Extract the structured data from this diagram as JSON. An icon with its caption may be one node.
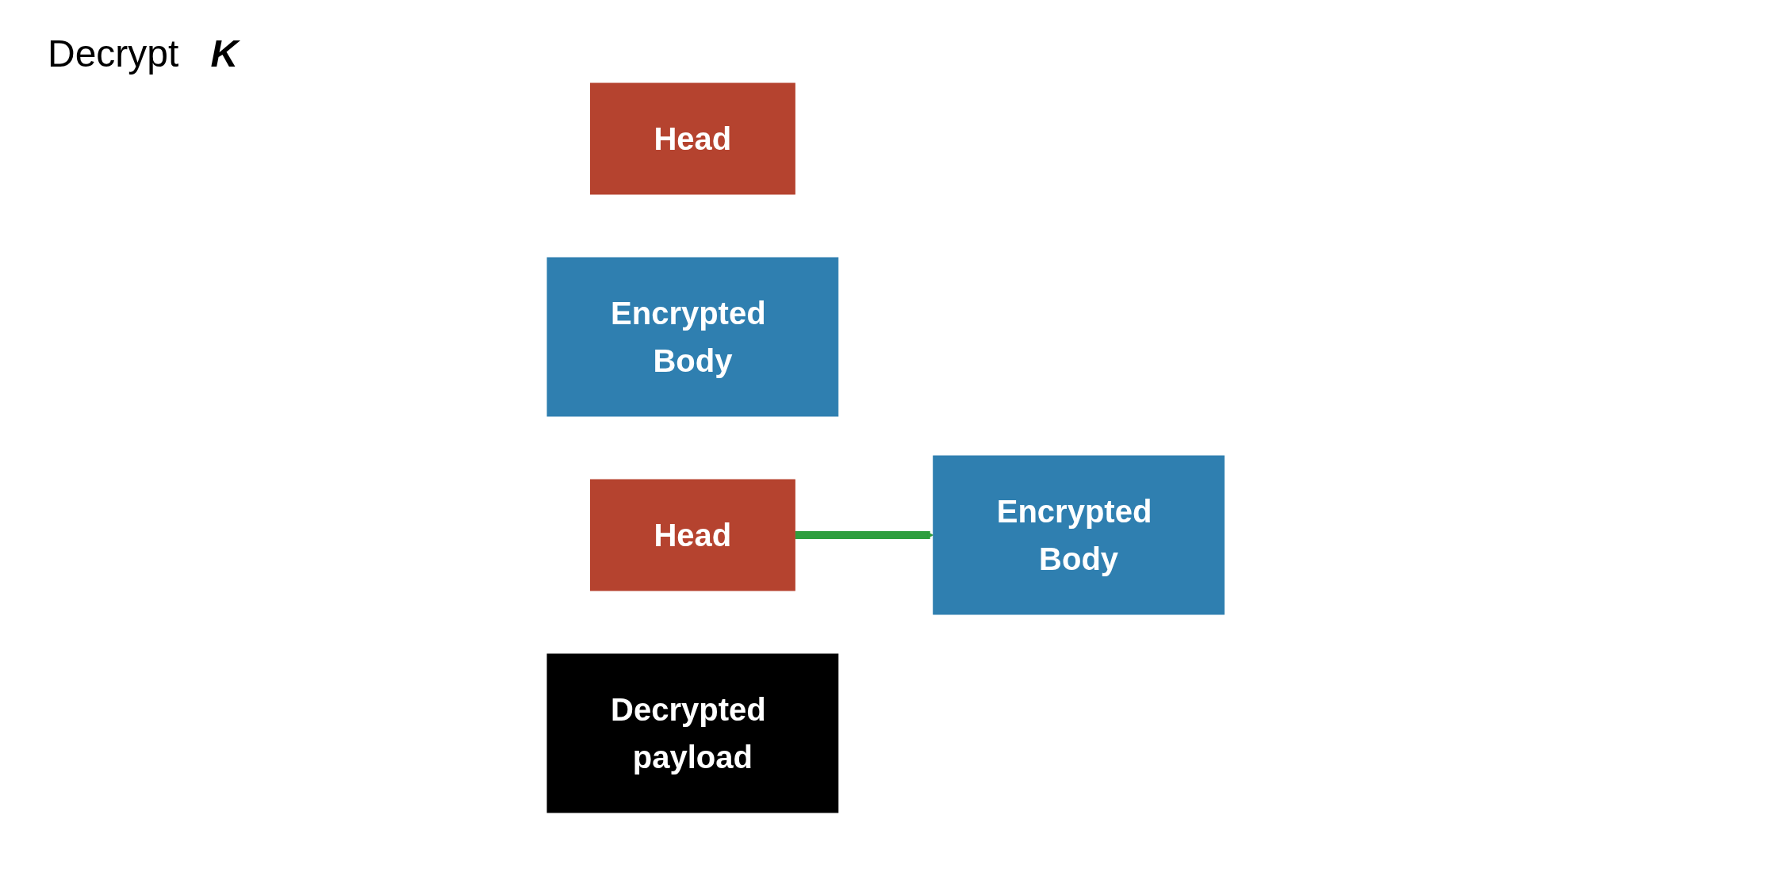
{
  "diagram": {
    "nodes": [
      {
        "text": [
          "Head"
        ]
      },
      {
        "text": [
          "Encrypted Body"
        ]
      },
      {
        "text": [
          "Head"
        ]
      },
      {
        "text": [
          "Encrypted Body"
        ]
      },
      {
        "text": [
          "Decrypted payload"
        ]
      }
    ],
    "edges": [
      {
        "from": 2,
        "to": 3,
        "arrow": "to"
      }
    ],
    "labels": [
      "Decrypt",
      "K"
    ]
  }
}
